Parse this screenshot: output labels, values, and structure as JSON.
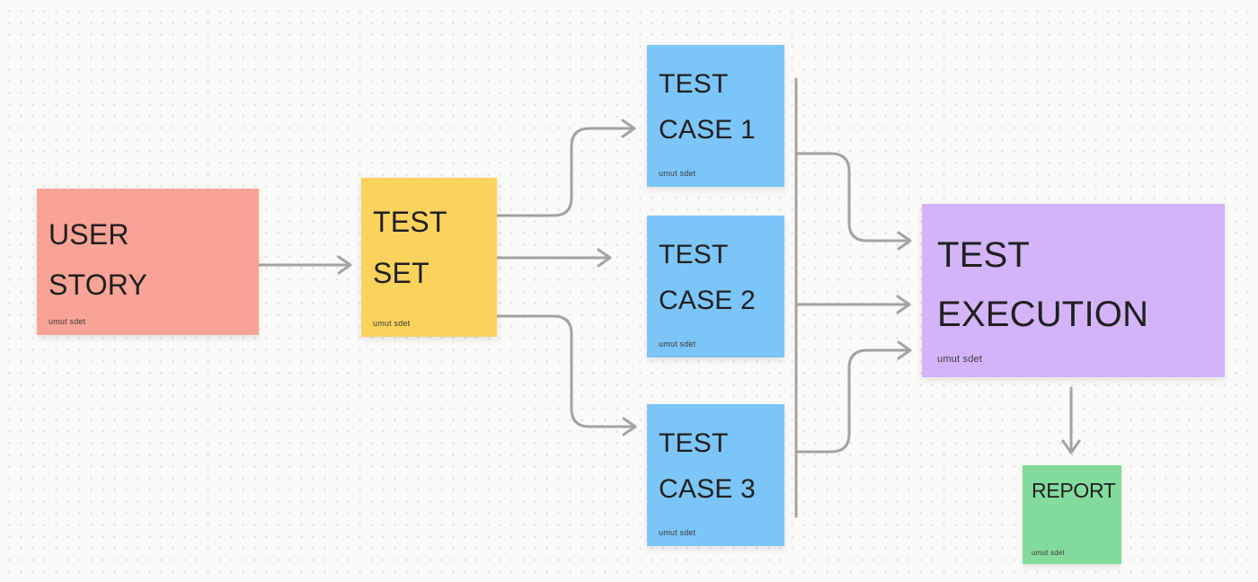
{
  "canvas": {
    "background_color": "#FAFAF9",
    "dot_grid_color": "#DCDBD8",
    "connector_color": "#A3A3A3",
    "text_color": "#1F1F1F"
  },
  "nodes": [
    {
      "id": "user-story",
      "label": "USER STORY",
      "author": "umut sdet",
      "color": "#F9A396"
    },
    {
      "id": "test-set",
      "label": "TEST SET",
      "author": "umut sdet",
      "color": "#FAD25C"
    },
    {
      "id": "test-case-1",
      "label": "TEST CASE 1",
      "author": "umut sdet",
      "color": "#7CC5F8"
    },
    {
      "id": "test-case-2",
      "label": "TEST CASE 2",
      "author": "umut sdet",
      "color": "#7CC5F8"
    },
    {
      "id": "test-case-3",
      "label": "TEST CASE 3",
      "author": "umut sdet",
      "color": "#7CC5F8"
    },
    {
      "id": "test-execution",
      "label": "TEST EXECUTION",
      "author": "umut sdet",
      "color": "#D3B4F9"
    },
    {
      "id": "report",
      "label": "REPORT",
      "author": "umut sdet",
      "color": "#83DB9E"
    }
  ],
  "edges": [
    {
      "from": "user-story",
      "to": "test-set"
    },
    {
      "from": "test-set",
      "to": "test-case-1"
    },
    {
      "from": "test-set",
      "to": "test-case-2"
    },
    {
      "from": "test-set",
      "to": "test-case-3"
    },
    {
      "from": "test-case-1",
      "to": "test-execution"
    },
    {
      "from": "test-case-2",
      "to": "test-execution"
    },
    {
      "from": "test-case-3",
      "to": "test-execution"
    },
    {
      "from": "test-execution",
      "to": "report"
    }
  ]
}
